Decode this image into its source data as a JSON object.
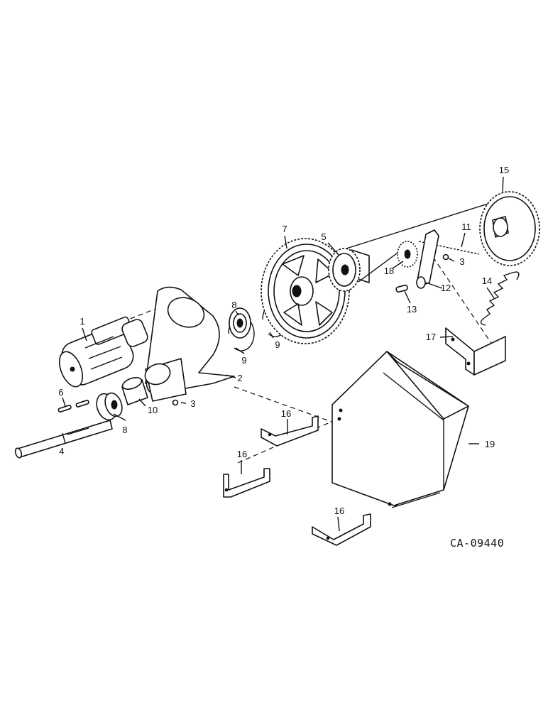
{
  "callouts": {
    "p1": "1",
    "p2": "2",
    "p3a": "3",
    "p3b": "3",
    "p4": "4",
    "p5": "5",
    "p6": "6",
    "p7": "7",
    "p8a": "8",
    "p8b": "8",
    "p9a": "9",
    "p9b": "9",
    "p10": "10",
    "p11": "11",
    "p12": "12",
    "p13": "13",
    "p14": "14",
    "p15": "15",
    "p16a": "16",
    "p16b": "16",
    "p16c": "16",
    "p17": "17",
    "p18": "18",
    "p19": "19"
  },
  "drawing_code": "CA-09440"
}
